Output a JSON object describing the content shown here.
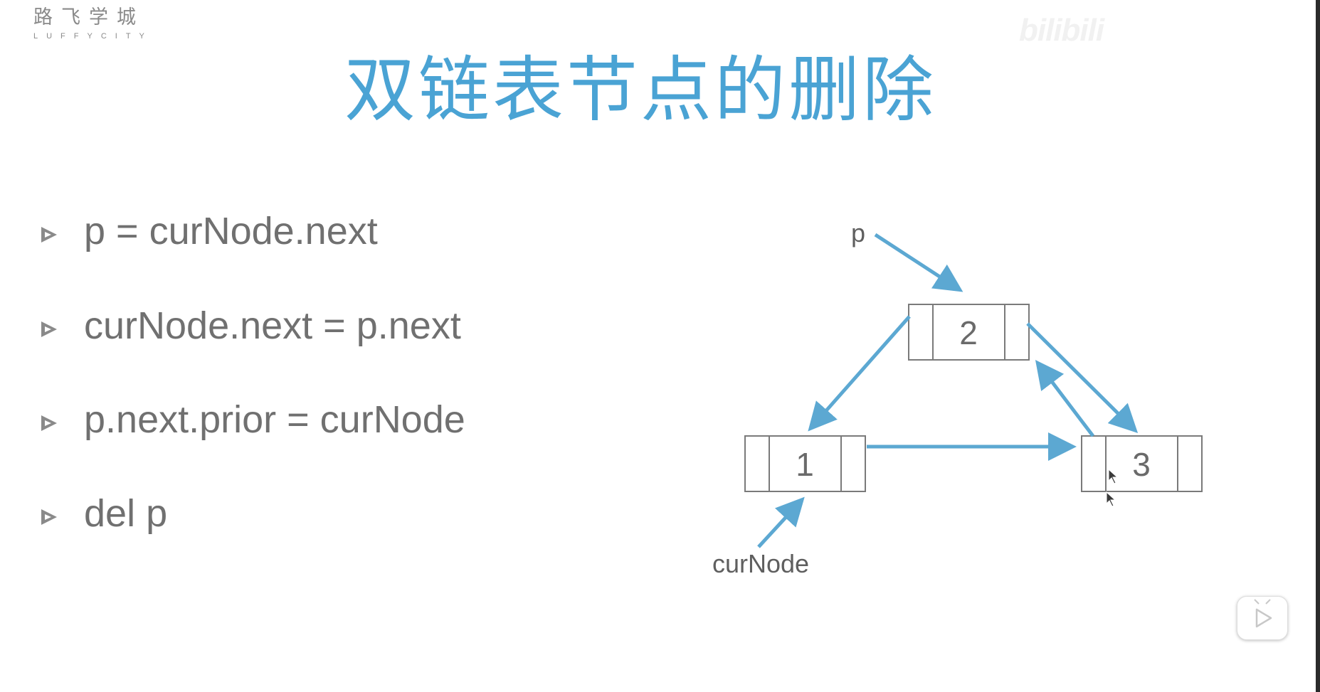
{
  "logo": {
    "chinese": "路飞学城",
    "english": "LUFFYCITY"
  },
  "watermark": {
    "brand": "bilibili"
  },
  "slide": {
    "title": "双链表节点的删除",
    "bullets": [
      "p = curNode.next",
      "curNode.next = p.next",
      "p.next.prior = curNode",
      "del p"
    ]
  },
  "diagram": {
    "pointer_labels": {
      "p": "p",
      "curNode": "curNode"
    },
    "nodes": [
      {
        "id": "node-1",
        "value": "1"
      },
      {
        "id": "node-2",
        "value": "2"
      },
      {
        "id": "node-3",
        "value": "3"
      }
    ]
  },
  "player": {
    "play_icon": "play-icon"
  },
  "colors": {
    "title": "#4aa3d4",
    "arrow": "#5ca8d2",
    "text": "#707070",
    "node_border": "#7a7a7a"
  }
}
